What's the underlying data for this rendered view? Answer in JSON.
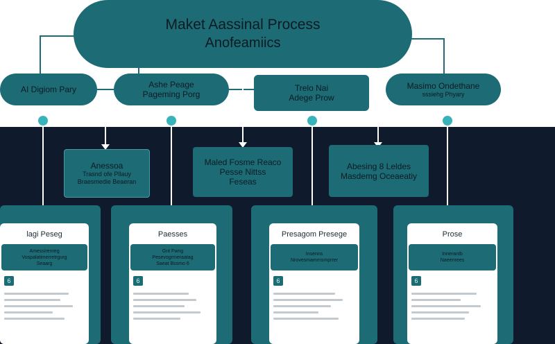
{
  "title": {
    "line1": "Maket Aassinal Process",
    "line2": "Anofeamiics"
  },
  "top_boxes": [
    {
      "line1": "AI Digiom Pary",
      "line2": ""
    },
    {
      "line1": "Ashe Peage",
      "line2": "Pageming Porg"
    },
    {
      "line1": "Trelo Nai",
      "line2": "Adege Prow"
    },
    {
      "line1": "Masimo Ondethane",
      "line2": "sssiehg Phyary"
    }
  ],
  "mid_boxes": [
    {
      "line1": "Anessoa",
      "line2": "Trasnd ofe Pllauy",
      "line3": "Braesmedie Beaeran"
    },
    {
      "line1": "Maled Fosme Reaco",
      "line2": "Pesse Nittss",
      "line3": "Feseas"
    },
    {
      "line1": "Abesing 8 Leldes",
      "line2": "Masdemg Oceaeatiy",
      "line3": ""
    }
  ],
  "cards": [
    {
      "title": "lagi Peseg",
      "bar_line1": "Amessirenreg",
      "bar_line2": "Vospalatimerretrgurg",
      "bar_line3": "Seaarg",
      "badge": "6"
    },
    {
      "title": "Paesses",
      "bar_line1": "Gnt Fwng",
      "bar_line2": "Pesevogrmeraatag",
      "bar_line3": "Saeat Bssmo 6",
      "badge": "6"
    },
    {
      "title": "Presagom Presege",
      "bar_line1": "Insenns",
      "bar_line2": "Nrovesmamrnsmprrer",
      "bar_line3": "",
      "badge": "6"
    },
    {
      "title": "Prose",
      "bar_line1": "Innerantb",
      "bar_line2": "Naeenrees",
      "bar_line3": "",
      "badge": "6"
    }
  ],
  "colors": {
    "teal": "#1d6b74",
    "dark": "#0f1b2c",
    "dot": "#38b3ba"
  }
}
